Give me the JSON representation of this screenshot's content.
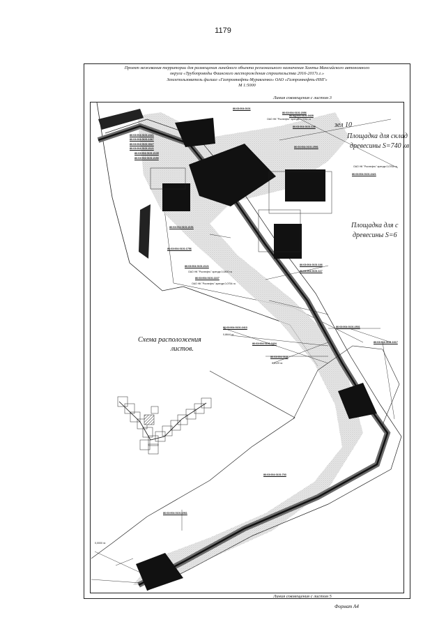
{
  "page_number": "1179",
  "title": {
    "line1": "Проект межевания территории для размещения линейного объекта регионального назначения Ханты-Мансийского автономного",
    "line2": "округа «Трубопроводы Фаинского месторождения строительства 2016-2017г.г.»",
    "line3": "Землепользователь филиал «Газпромнефть-Муравленко» ОАО «Газпромнефть-ННГ»",
    "scale": "М 1:5000"
  },
  "junction_top": "Линия совмещения с листом 3",
  "junction_bottom": "Линия совмещения с листом 5",
  "format_label": "Формат А4",
  "scheme_title_line1": "Схема расположения",
  "scheme_title_line2": "листов.",
  "big_labels": {
    "node": "зел 10",
    "storage_1_line1": "Площадка для склад",
    "storage_1_line2": "древесины S=740 кв",
    "storage_2_line1": "Площадка для с",
    "storage_2_line2": "древесины S=6"
  },
  "parcels": [
    "86:03:004:0101",
    "86:03:004:0101:2056",
    "86:03:004:0101:3428",
    "86:03:004:0101:2421",
    "86:03:004:0101:1367",
    "86:03:004:0101:3027",
    "86:03:004:0101:2121",
    "86:03:004:0101:2135",
    "86:03:004:0101:2150",
    "86:03:004:0101:149",
    "86:03:004:0101:2591",
    "86:03:004:0101:2421",
    "86:03:004:0101:2151",
    "86:03:004:0101:1756",
    "86:03:004:0101:2121",
    "86:03:004:0101:2227",
    "86:03:004:0101:166",
    "86:03:004:0101:117",
    "86:03:004:0101:2413",
    "86:03:004:0101:2531",
    "86:03:004:0101:1617",
    "86:03:004:0101:2424",
    "86:03:004:0101",
    "86:03:004:0101:703",
    "86:03:004:0101:1561"
  ],
  "owner_notes": [
    "ОАО НК \"Роснефть\" аренда 0,0764 га",
    "ОАО НК \"Роснефть\" аренда 0,0754 га",
    "ОАО НК \"Роснефть\" аренда 0,0064 га",
    "ОАО НК \"Роснефть\" аренда 0,0800 га",
    "0,8644 га",
    "0,8129 га",
    "0,0000 га"
  ]
}
